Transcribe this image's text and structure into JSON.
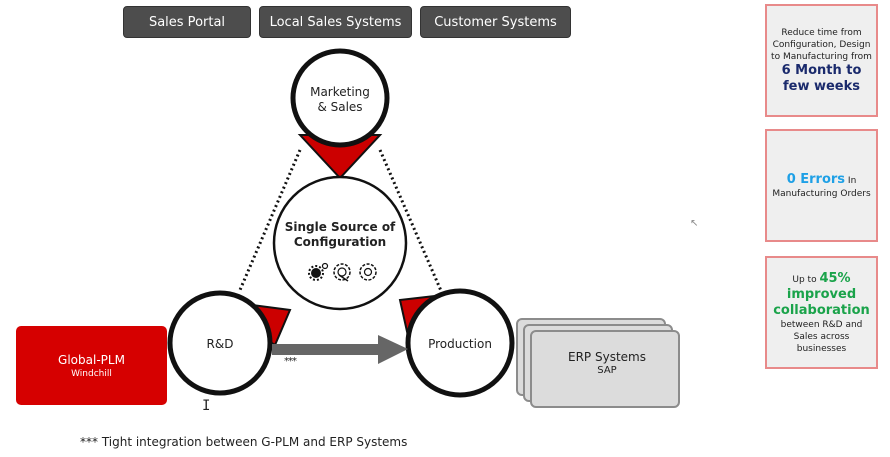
{
  "top_systems": [
    {
      "label": "Sales Portal"
    },
    {
      "label": "Local Sales Systems"
    },
    {
      "label": "Customer Systems"
    }
  ],
  "nodes": {
    "marketing": {
      "label_line1": "Marketing",
      "label_line2": "& Sales"
    },
    "center": {
      "label_line1": "Single Source of",
      "label_line2": "Configuration",
      "icons": [
        "gears-icon",
        "gear-wrench-icon",
        "gear-icon"
      ]
    },
    "rnd": {
      "label": "R&D"
    },
    "production": {
      "label": "Production"
    }
  },
  "global_plm": {
    "title": "Global-PLM",
    "subtitle": "Windchill"
  },
  "erp": {
    "title": "ERP Systems",
    "subtitle": "SAP"
  },
  "arrow_marker": "***",
  "footnote": "*** Tight integration between G-PLM and ERP Systems",
  "kpis": [
    {
      "pre": "Reduce time from Configuration, Design to Manufacturing",
      "mid": "from",
      "highlight": "6 Month to few weeks",
      "post": "",
      "color": "#1a2a6c"
    },
    {
      "pre": "",
      "highlight": "0 Errors",
      "post_inline": "In",
      "post": "Manufacturing Orders",
      "color": "#1ea0e6"
    },
    {
      "pre": "Up to",
      "highlight": "45% improved collaboration",
      "post": "between R&D and Sales across businesses",
      "color": "#1aa34a"
    }
  ],
  "colors": {
    "accent_red": "#cc0000",
    "dark_button": "#4d4d4d",
    "kpi_border": "#e88a8a"
  }
}
